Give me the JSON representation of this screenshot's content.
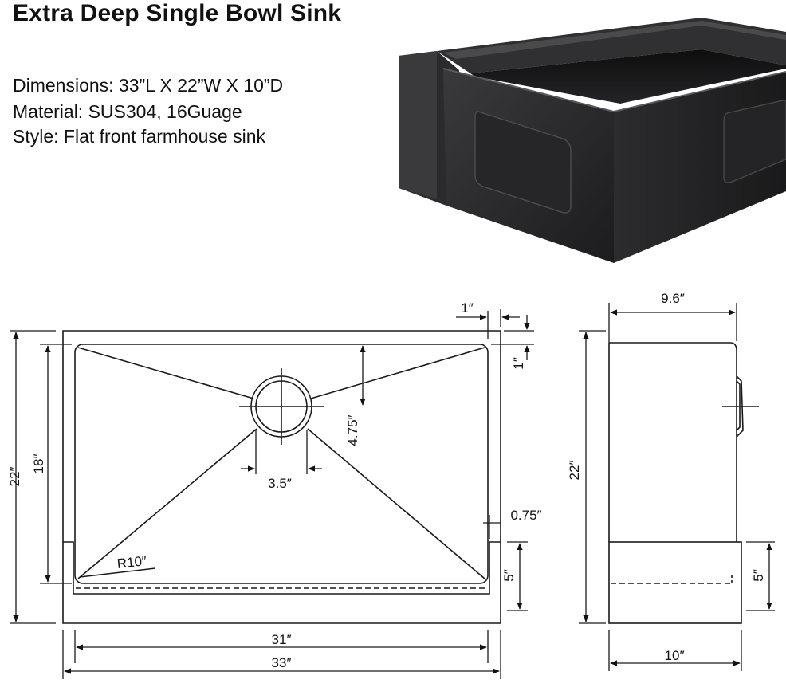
{
  "title": "Extra Deep Single Bowl Sink",
  "specs": {
    "dimensions": "Dimensions: 33”L X 22”W X 10”D",
    "material": "Material: SUS304, 16Guage",
    "style": "Style: Flat front farmhouse sink"
  },
  "colors": {
    "sink_body": "#2a2a2c",
    "sink_dark": "#161617",
    "line": "#1a1a1a"
  },
  "top_view": {
    "width_total": "33″",
    "width_bowl": "31″",
    "height_total": "22″",
    "height_bowl": "18″",
    "rim_side": "1″",
    "rim_back": "1″",
    "drain_diameter": "3.5″",
    "drain_offset": "4.75″",
    "front_lip": "0.75″",
    "apron": "5″",
    "corner_radius": "R10″"
  },
  "side_view": {
    "top_depth": "9.6″",
    "bottom_depth": "10″",
    "height": "22″",
    "apron": "5″"
  }
}
